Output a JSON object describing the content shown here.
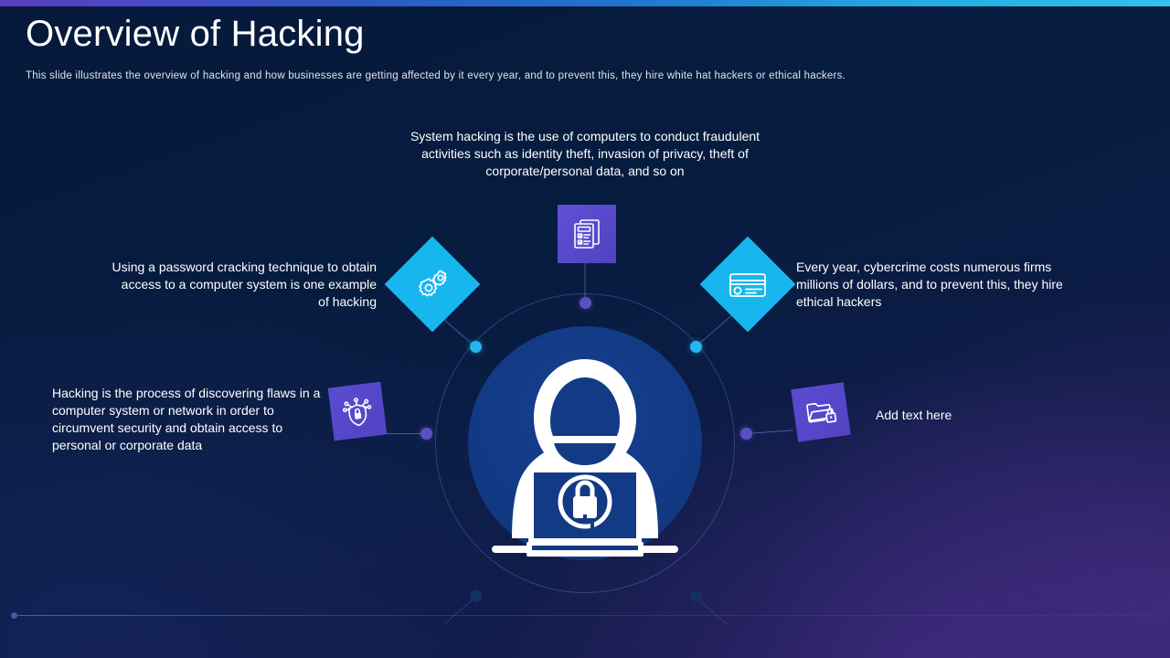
{
  "slide": {
    "title": "Overview of Hacking",
    "subtitle": "This slide illustrates the overview  of hacking and how businesses are getting affected by it every  year,  and to prevent  this, they hire white hat hackers or ethical hackers.",
    "colors": {
      "background_dark": "#06193a",
      "background_purple_glow": "#56349c",
      "accent_cyan": "#18b6ef",
      "accent_purple": "#5b4bd0",
      "center_circle": "#123a85",
      "text": "#ffffff",
      "node_cyan": "#25b6ef",
      "node_purple": "#5b4fc4",
      "node_dim": "#123063"
    },
    "topbar_gradient": [
      "#5b3fc4",
      "#2a5ec7",
      "#2fc3ee"
    ]
  },
  "center": {
    "figure": "hooded-hacker-with-laptop",
    "laptop_screen_icon": "lock-icon"
  },
  "callouts": [
    {
      "id": "system-hacking",
      "text": "System hacking is the use of computers to conduct fraudulent  activities such as identity theft,  invasion of privacy,  theft  of corporate/personal data, and so on",
      "icon": "checklist-document-icon",
      "tile_shape": "square",
      "tile_color": "#5b4bd0",
      "align": "center"
    },
    {
      "id": "password-cracking",
      "text": "Using a password cracking technique to obtain access to a computer  system is one example  of hacking",
      "icon": "gears-icon",
      "tile_shape": "diamond",
      "tile_color": "#18b6ef",
      "align": "right"
    },
    {
      "id": "cybercrime-cost",
      "text": "Every year, cybercrime costs numerous firms millions of dollars, and to prevent this, they hire ethical hackers",
      "icon": "credit-card-icon",
      "tile_shape": "diamond",
      "tile_color": "#18b6ef",
      "align": "left"
    },
    {
      "id": "hacking-definition",
      "text": "Hacking is the process of discovering flaws in a computer system  or network  in order to circumvent  security  and obtain access to personal or corporate data",
      "icon": "shield-lock-network-icon",
      "tile_shape": "square",
      "tile_color": "#5b4bd0",
      "align": "left"
    },
    {
      "id": "placeholder",
      "text": "Add text here",
      "icon": "folder-lock-icon",
      "tile_shape": "square",
      "tile_color": "#5b4bd0",
      "align": "left"
    }
  ]
}
